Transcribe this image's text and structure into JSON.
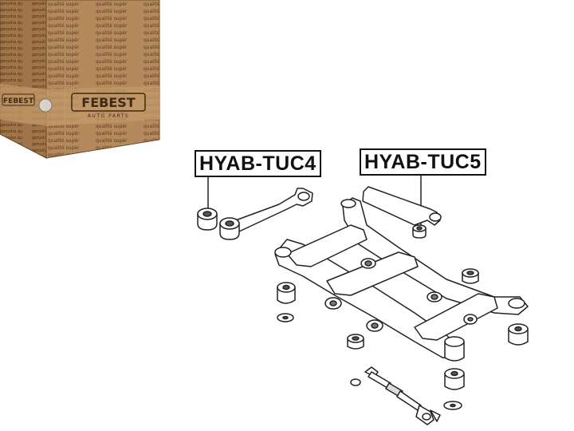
{
  "package": {
    "brand": "FEBEST",
    "subtitle": "AUTO PARTS",
    "pattern_text": "qualité supérieure · genuine quality · calidad de genuino · qualità superiore · en iyi nitelik · ammuna bouwa · apteкapaдилас"
  },
  "parts": {
    "tuc4": {
      "code": "HYAB-TUC4"
    },
    "tuc5": {
      "code": "HYAB-TUC5"
    }
  },
  "colors": {
    "box": "#b08455",
    "box_dark": "#8a6238",
    "line": "#222222",
    "paper": "#ffffff"
  }
}
